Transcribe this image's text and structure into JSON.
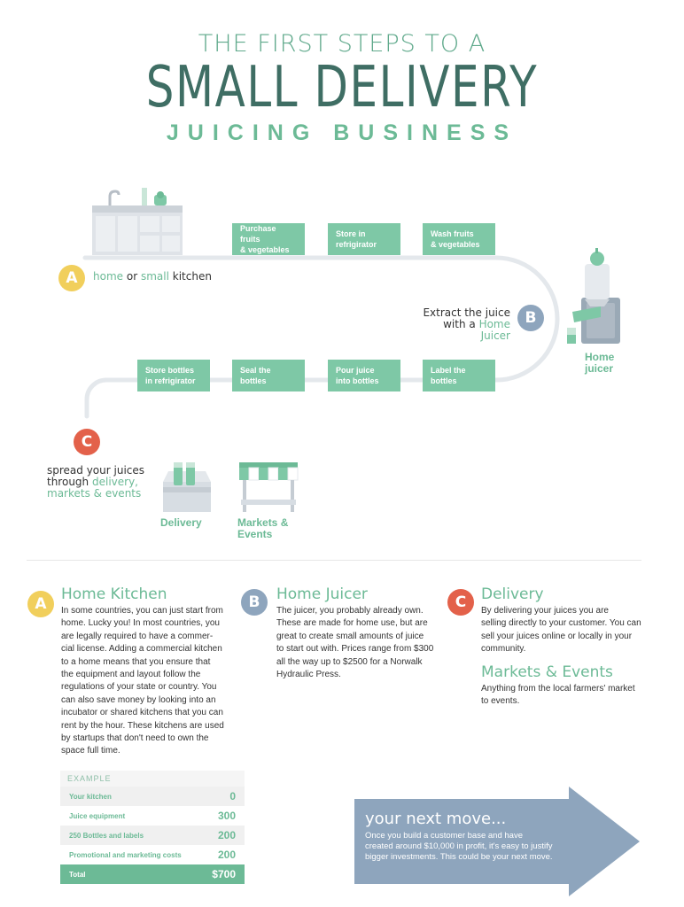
{
  "header": {
    "line1": "THE FIRST STEPS TO A",
    "line2": "SMALL DELIVERY",
    "line3": "JUICING BUSINESS"
  },
  "flow": {
    "top_steps": [
      {
        "l1": "Purchase fruits",
        "l2": "& vegetables"
      },
      {
        "l1": "Store in",
        "l2": "refrigirator"
      },
      {
        "l1": "Wash fruits",
        "l2": "& vegetables"
      }
    ],
    "bottom_steps": [
      {
        "l1": "Store bottles",
        "l2": "in refrigirator"
      },
      {
        "l1": "Seal the",
        "l2": "bottles"
      },
      {
        "l1": "Pour juice",
        "l2": "into bottles"
      },
      {
        "l1": "Label the",
        "l2": "bottles"
      }
    ],
    "a": {
      "letter": "A",
      "w1": "home",
      "w2": "or",
      "w3": "small",
      "w4": "kitchen"
    },
    "b": {
      "letter": "B",
      "line1": "Extract the juice",
      "line2a": "with a",
      "line2b": "Home Juicer"
    },
    "c": {
      "letter": "C",
      "line1": "spread your juices",
      "line2a": "through",
      "line2b": "delivery,",
      "line3": "markets & events"
    },
    "home_juicer_label_1": "Home",
    "home_juicer_label_2": "juicer",
    "delivery_label": "Delivery",
    "markets_label_1": "Markets &",
    "markets_label_2": "Events"
  },
  "sections": {
    "a": {
      "letter": "A",
      "title": "Home Kitchen",
      "lines": [
        "In some countries, you can just start from",
        "home. Lucky you! In most countries, you",
        "are legally required to have a commer-",
        "cial license. Adding a commercial kitchen",
        "to a home means that you ensure that",
        "the equipment and layout follow the",
        "regulations of your state or country. You",
        "can also save money by looking into an",
        "incubator or shared kitchens that you can",
        "rent by the hour. These kitchens are used",
        "by startups that don't need to own the",
        "space full time."
      ]
    },
    "b": {
      "letter": "B",
      "title": "Home Juicer",
      "lines": [
        "The juicer, you probably already own.",
        "These are made for home use, but are",
        "great to create small amounts of juice",
        "to start out with. Prices range from $300",
        "all the way up to $2500 for a Norwalk",
        "Hydraulic Press."
      ]
    },
    "c": {
      "letter": "C",
      "title": "Delivery",
      "lines": [
        "By delivering your juices you are",
        "selling directly to your customer. You can",
        "sell your juices online or locally in your",
        "community."
      ],
      "title2": "Markets & Events",
      "lines2": [
        "Anything from the local farmers' market",
        "to events."
      ]
    }
  },
  "example": {
    "heading": "EXAMPLE",
    "rows": [
      {
        "label": "Your kitchen",
        "value": "0"
      },
      {
        "label": "Juice equipment",
        "value": "300"
      },
      {
        "label": "250 Bottles and labels",
        "value": "200"
      },
      {
        "label": "Promotional and marketing costs",
        "value": "200"
      }
    ],
    "total_label": "Total",
    "total_value": "$700"
  },
  "next_move": {
    "title": "your next move...",
    "lines": [
      "Once you build a customer base and have",
      "created around $10,000 in profit, it's easy to justify",
      "bigger investments. This could be your next move."
    ]
  },
  "colors": {
    "green": "#6cba96",
    "step_green": "#7ec8a6",
    "dark_green": "#3f6e64",
    "yellow": "#f1cf5c",
    "blue_grey": "#8ea5bd",
    "red": "#e3614a",
    "arrow": "#8ea5bd"
  }
}
